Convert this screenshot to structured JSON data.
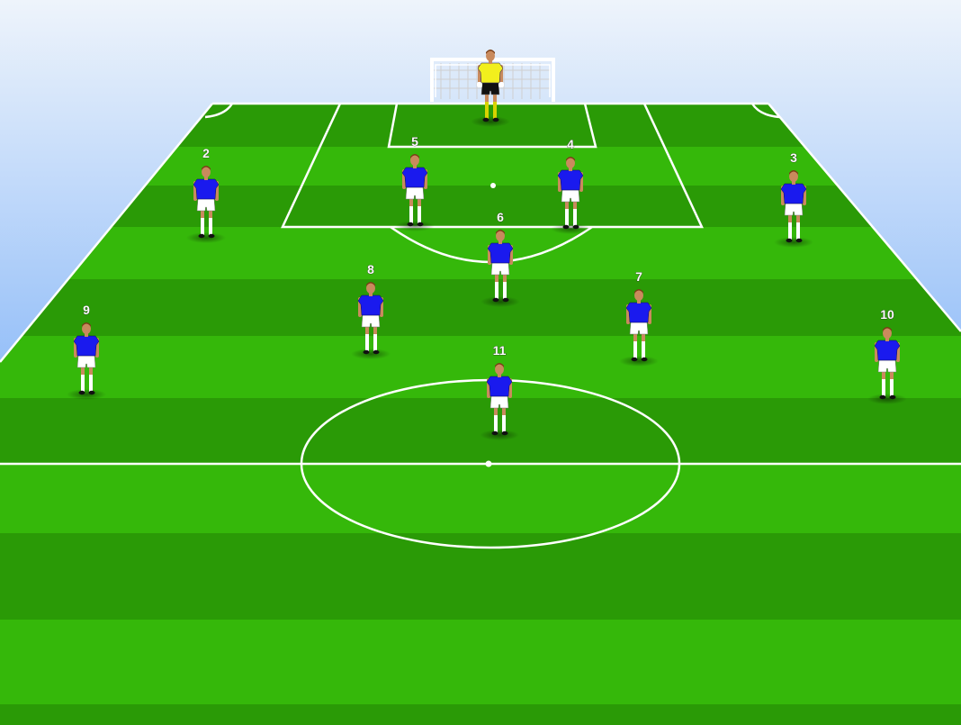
{
  "colors": {
    "sky_top": "#eef4fb",
    "sky_bottom": "#3f8cf6",
    "grass_light": "#35b80a",
    "grass_dark": "#2a9a06",
    "lines": "#ffffff",
    "team_shirt": "#1a1aee",
    "team_shorts": "#ffffff",
    "keeper_shirt": "#f2ef1d",
    "keeper_shorts": "#111111",
    "skin": "#c98a5d"
  },
  "goalkeeper": {
    "icon": "goalkeeper-figure"
  },
  "players": [
    {
      "number": "2",
      "icon": "player-figure"
    },
    {
      "number": "5",
      "icon": "player-figure"
    },
    {
      "number": "4",
      "icon": "player-figure"
    },
    {
      "number": "3",
      "icon": "player-figure"
    },
    {
      "number": "6",
      "icon": "player-figure"
    },
    {
      "number": "8",
      "icon": "player-figure"
    },
    {
      "number": "7",
      "icon": "player-figure"
    },
    {
      "number": "9",
      "icon": "player-figure"
    },
    {
      "number": "10",
      "icon": "player-figure"
    },
    {
      "number": "11",
      "icon": "player-figure"
    }
  ]
}
